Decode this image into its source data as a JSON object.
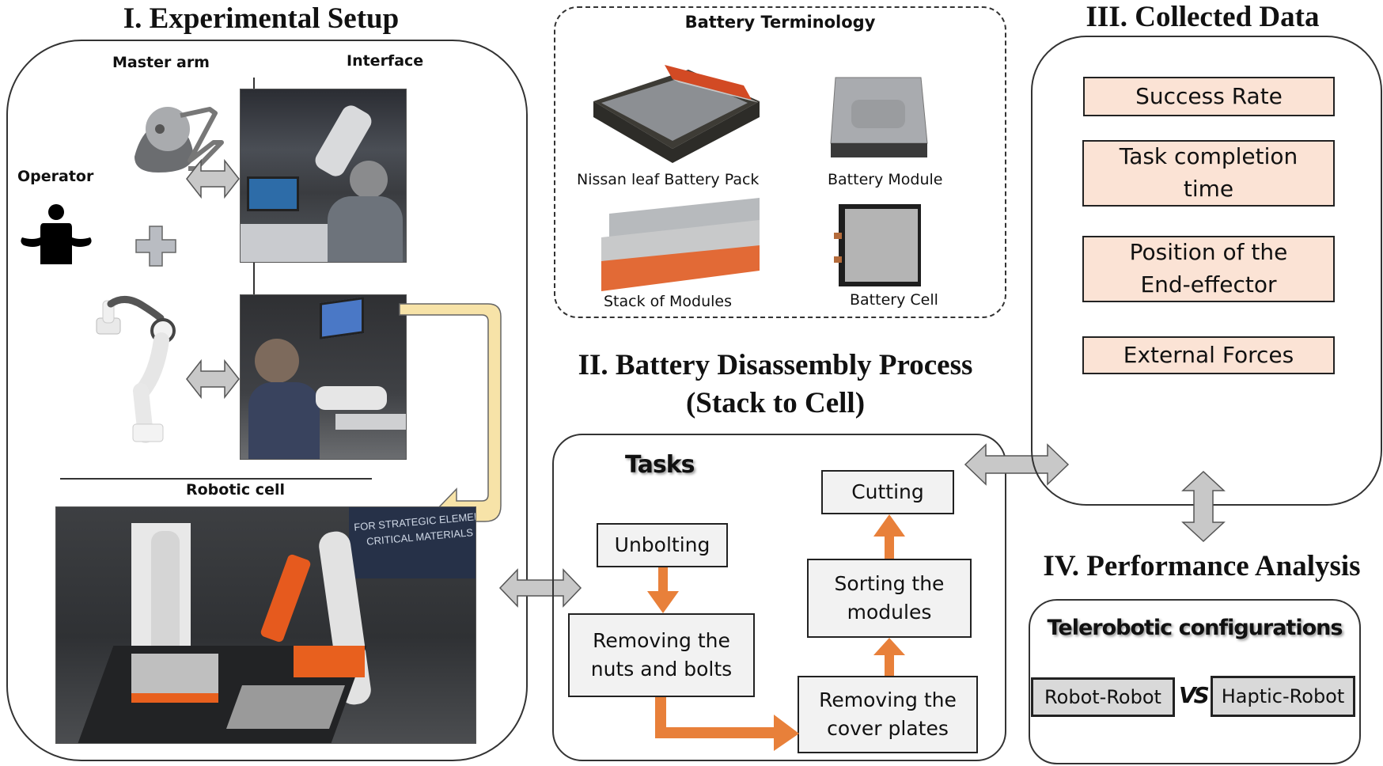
{
  "section1": {
    "title": "I. Experimental Setup",
    "master_arm_label": "Master arm",
    "interface_label": "Interface",
    "operator_label": "Operator",
    "robotic_cell_label": "Robotic cell",
    "robotic_cell_banner": [
      "FOR STRATEGIC ELEMENTS",
      "CRITICAL MATERIALS"
    ]
  },
  "battery_terminology": {
    "title": "Battery Terminology",
    "items": [
      {
        "label": "Nissan leaf Battery Pack"
      },
      {
        "label": "Battery Module"
      },
      {
        "label": "Stack of Modules"
      },
      {
        "label": "Battery Cell"
      }
    ]
  },
  "section2": {
    "title_line1": "II. Battery Disassembly Process",
    "title_line2": "(Stack to Cell)",
    "tasks_heading": "Tasks",
    "tasks": [
      {
        "id": "unbolting",
        "label": "Unbolting"
      },
      {
        "id": "nuts-bolts",
        "label": "Removing the nuts and bolts"
      },
      {
        "id": "cover-plates",
        "label": "Removing the cover plates"
      },
      {
        "id": "sorting",
        "label": "Sorting the modules"
      },
      {
        "id": "cutting",
        "label": "Cutting"
      }
    ]
  },
  "section3": {
    "title": "III. Collected Data",
    "items": [
      {
        "label": "Success Rate"
      },
      {
        "label": "Task completion time"
      },
      {
        "label": "Position of the End-effector"
      },
      {
        "label": "External Forces"
      }
    ]
  },
  "section4": {
    "title": "IV. Performance Analysis",
    "config_heading": "Telerobotic configurations",
    "config_a": "Robot-Robot",
    "versus": "VS",
    "config_b": "Haptic-Robot"
  },
  "colors": {
    "task_fill": "#f2f2f2",
    "data_fill": "#fbe3d5",
    "config_fill": "#d9d9d9",
    "flow_arrow": "#e8803a",
    "link_arrow": "#c8c8c8",
    "feedback_arrow": "#f7e3a8"
  }
}
